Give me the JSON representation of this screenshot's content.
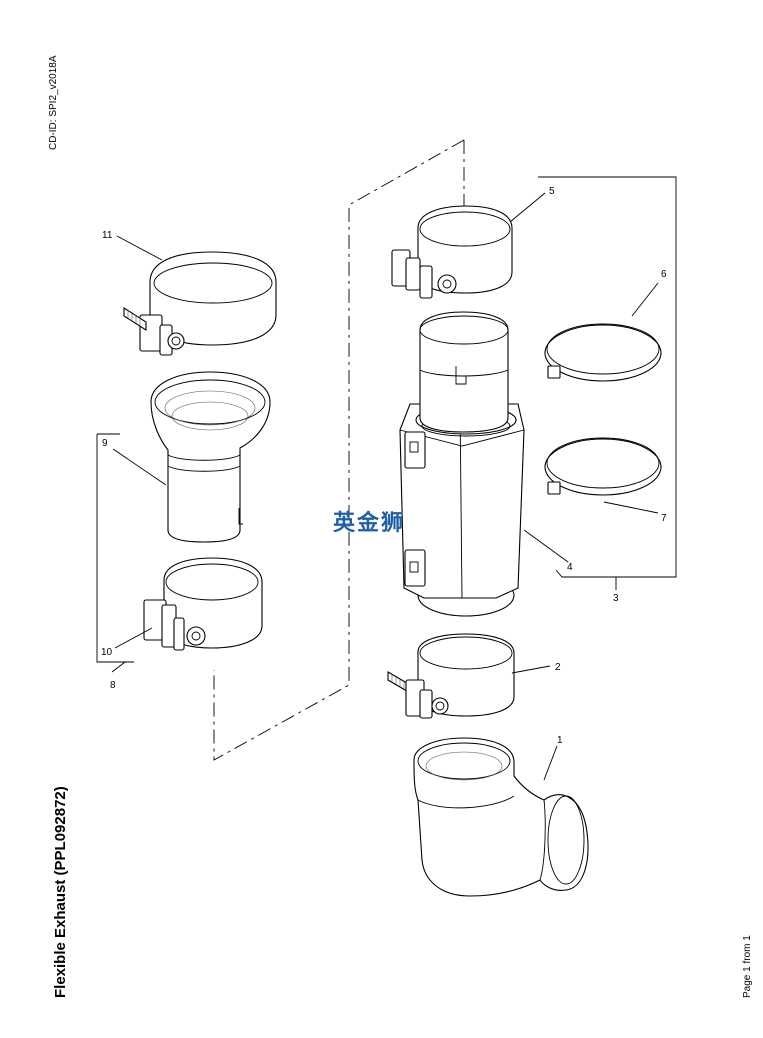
{
  "document": {
    "cd_id": "CD-ID: SPI2_v2018A",
    "title": "Flexible Exhaust (PPL092872)",
    "page_label": "Page 1 from 1",
    "watermark": "英金狮"
  },
  "callouts": [
    {
      "id": "callout-1",
      "label": "1"
    },
    {
      "id": "callout-2",
      "label": "2"
    },
    {
      "id": "callout-3",
      "label": "3"
    },
    {
      "id": "callout-4",
      "label": "4"
    },
    {
      "id": "callout-5",
      "label": "5"
    },
    {
      "id": "callout-6",
      "label": "6"
    },
    {
      "id": "callout-7",
      "label": "7"
    },
    {
      "id": "callout-8",
      "label": "8"
    },
    {
      "id": "callout-9",
      "label": "9"
    },
    {
      "id": "callout-10",
      "label": "10"
    },
    {
      "id": "callout-11",
      "label": "11"
    }
  ]
}
